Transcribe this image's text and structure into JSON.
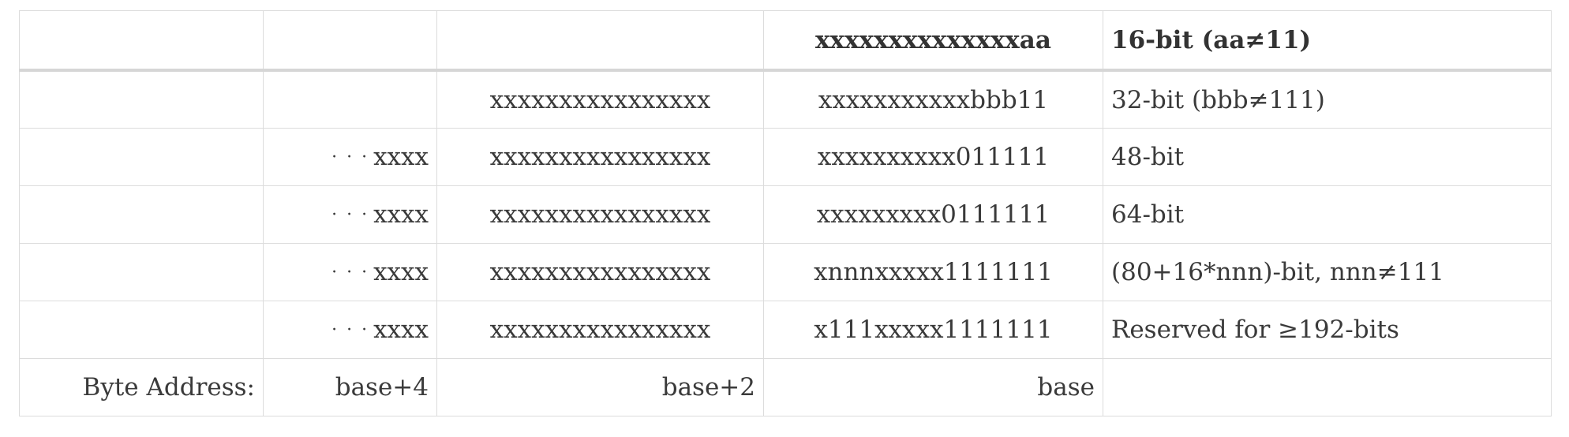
{
  "header": {
    "col3": "xxxxxxxxxxxxxxaa",
    "col4": "16-bit (aa≠11)"
  },
  "rows": [
    {
      "c1_dots": "",
      "c1_text": "",
      "c2": "xxxxxxxxxxxxxxxx",
      "c3": "xxxxxxxxxxxbbb11",
      "c4": "32-bit (bbb≠111)"
    },
    {
      "c1_dots": "···",
      "c1_text": "xxxx",
      "c2": "xxxxxxxxxxxxxxxx",
      "c3": "xxxxxxxxxx011111",
      "c4": "48-bit"
    },
    {
      "c1_dots": "···",
      "c1_text": "xxxx",
      "c2": "xxxxxxxxxxxxxxxx",
      "c3": "xxxxxxxxx0111111",
      "c4": "64-bit"
    },
    {
      "c1_dots": "···",
      "c1_text": "xxxx",
      "c2": "xxxxxxxxxxxxxxxx",
      "c3": "xnnnxxxxx1111111",
      "c4": "(80+16*nnn)-bit, nnn≠111"
    },
    {
      "c1_dots": "···",
      "c1_text": "xxxx",
      "c2": "xxxxxxxxxxxxxxxx",
      "c3": "x111xxxxx1111111",
      "c4": "Reserved for ≥192-bits"
    }
  ],
  "footer": {
    "label": "Byte Address:",
    "c1": "base+4",
    "c2": "base+2",
    "c3": "base",
    "c4": ""
  }
}
